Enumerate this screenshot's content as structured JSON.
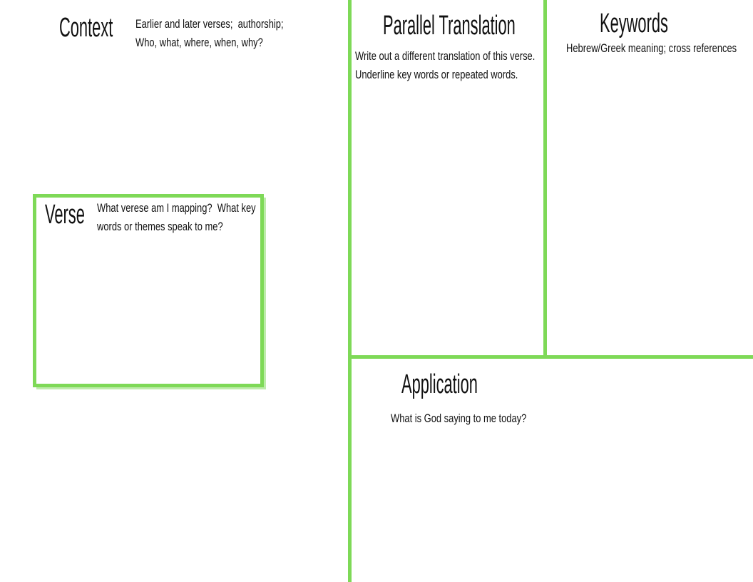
{
  "page": {
    "accent_green": "#7ed957",
    "text_color": "#111111",
    "background": "#ffffff"
  },
  "sections": {
    "context": {
      "title": "Context",
      "description": "Earlier and later verses;  authorship;\nWho, what, where, when, why?"
    },
    "verse": {
      "title": "Verse",
      "description": "What verese am I mapping?  What key\nwords or themes speak to me?"
    },
    "parallel_translation": {
      "title": "Parallel Translation",
      "description": "Write out a different translation of this verse.\nUnderline key words or repeated words."
    },
    "keywords": {
      "title": "Keywords",
      "description": "Hebrew/Greek meaning; cross references"
    },
    "application": {
      "title": "Application",
      "description": "What is God saying to me today?"
    }
  }
}
